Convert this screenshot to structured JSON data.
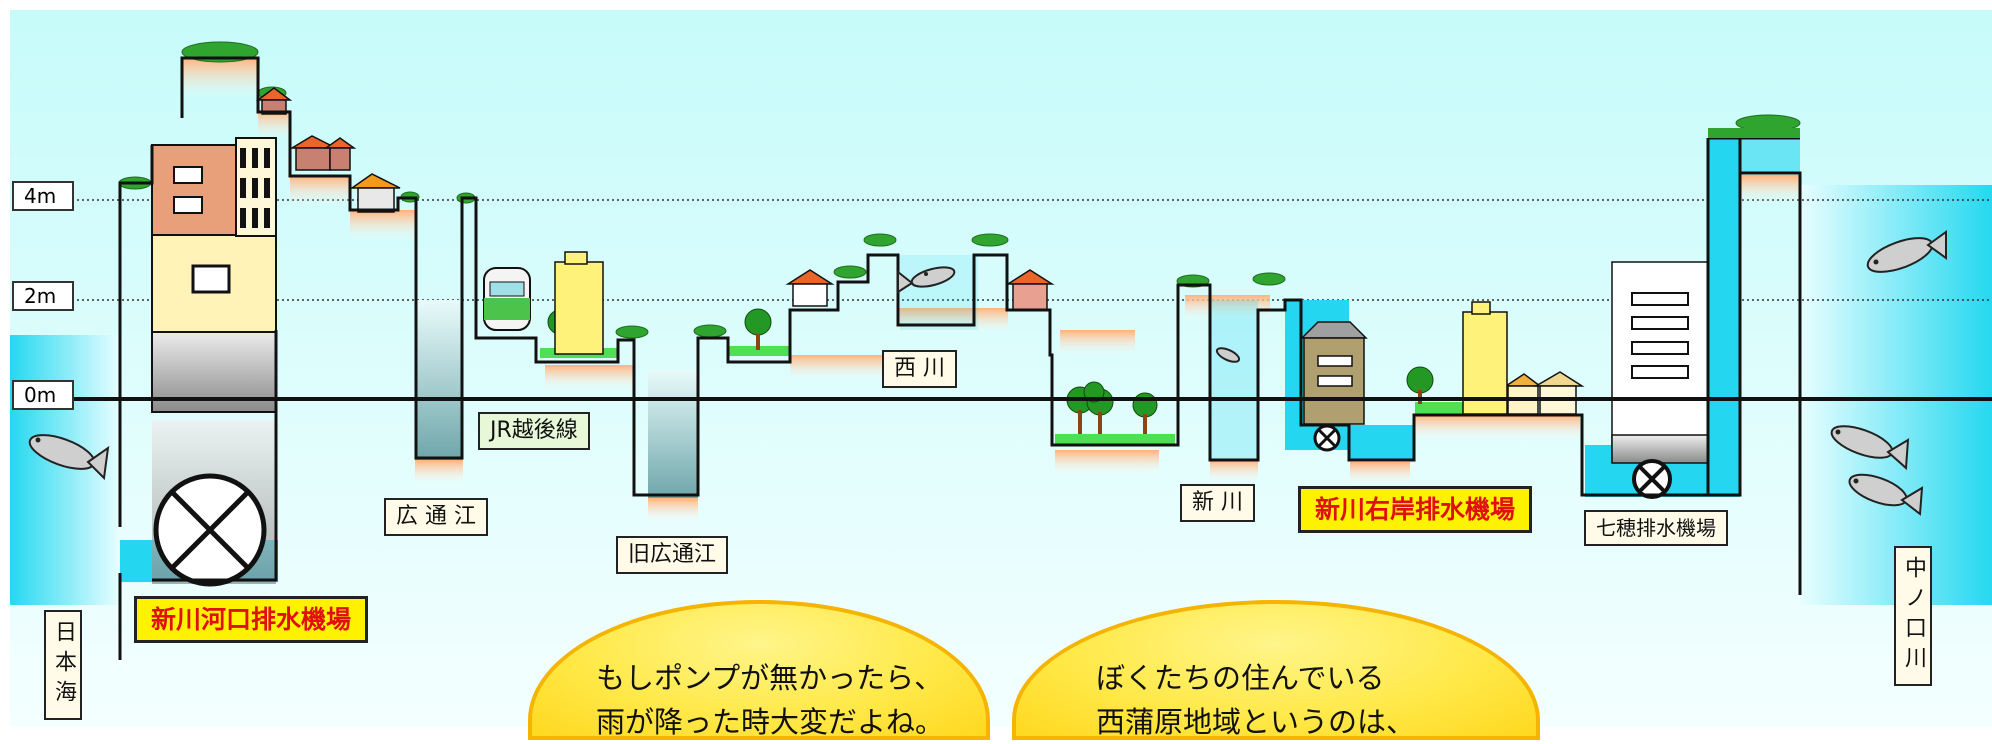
{
  "scale": {
    "m4": "4m",
    "m2": "2m",
    "m0": "0m"
  },
  "labels": {
    "sea": "日本海",
    "kawaguchi": "新川河口排水機場",
    "hiromichi": "広 通 江",
    "jr": "JR越後線",
    "old_hiromichi": "旧広通江",
    "nishikawa": "西 川",
    "shinkawa": "新 川",
    "migigishi": "新川右岸排水機場",
    "nanaho": "七穂排水機場",
    "nakanokuchi": "中ノ口川"
  },
  "bubbles": {
    "left": [
      "もしポンプが無かったら、",
      "雨が降った時大変だよね。"
    ],
    "right": [
      "ぼくたちの住んでいる",
      "西蒲原地域というのは、"
    ]
  },
  "colors": {
    "water": "#24d6f0",
    "sky": "#cffcfb",
    "banner": "#fff200",
    "banner_text": "#e01010"
  }
}
